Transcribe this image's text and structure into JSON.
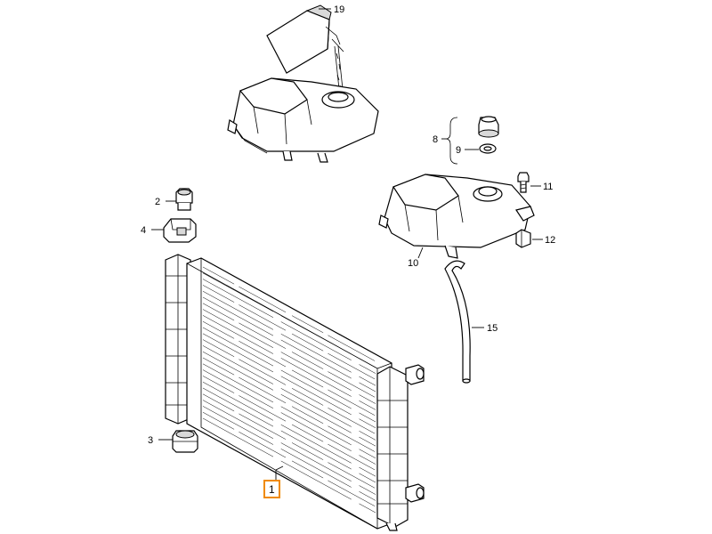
{
  "callouts": {
    "c1": "1",
    "c2": "2",
    "c3": "3",
    "c4": "4",
    "c8": "8",
    "c9": "9",
    "c10": "10",
    "c11": "11",
    "c12": "12",
    "c15": "15",
    "c19": "19"
  },
  "colors": {
    "highlight": "#f08a00",
    "line": "#000000",
    "background": "#ffffff"
  }
}
